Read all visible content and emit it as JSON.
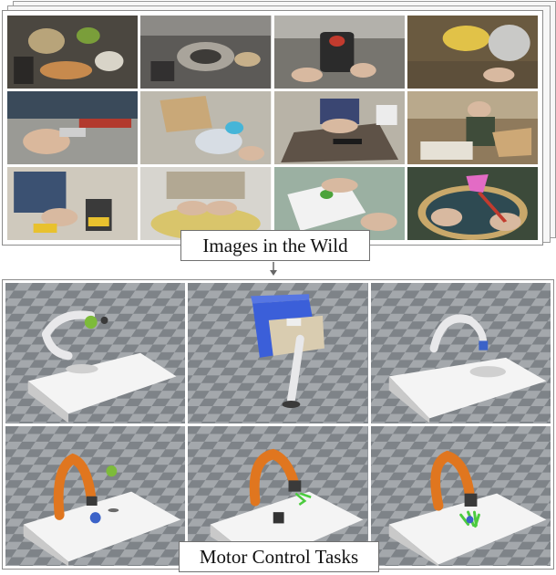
{
  "labels": {
    "wild": "Images in the Wild",
    "motor": "Motor Control Tasks"
  },
  "colors": {
    "robot_white": "#e8e8ea",
    "robot_orange": "#e0761f",
    "floor_dark": "#7e8388",
    "floor_light": "#a4a8ac",
    "table": "#f4f4f4",
    "drawer_blue": "#3b5fd9",
    "drawer_beige": "#d9ccb0"
  },
  "wild_photos": [
    {
      "name": "photo-kitchen-cooking",
      "icon": "cooking-pot-icon"
    },
    {
      "name": "photo-kitchen-sink-dishes",
      "icon": "dish-icon"
    },
    {
      "name": "photo-coffee-grinder",
      "icon": "grinder-icon"
    },
    {
      "name": "photo-kitchen-counter-food",
      "icon": "food-bowl-icon"
    },
    {
      "name": "photo-electronics-workbench",
      "icon": "tool-icon"
    },
    {
      "name": "photo-unpacking-boxes",
      "icon": "box-icon"
    },
    {
      "name": "photo-floor-measuring",
      "icon": "measure-icon"
    },
    {
      "name": "photo-woodworking-shop",
      "icon": "saw-icon"
    },
    {
      "name": "photo-power-drill",
      "icon": "drill-icon"
    },
    {
      "name": "photo-washing-basket",
      "icon": "basket-icon"
    },
    {
      "name": "photo-crafts-tabletop",
      "icon": "craft-icon"
    },
    {
      "name": "photo-cutting-paper-scissors",
      "icon": "scissors-icon"
    }
  ],
  "sim_scenes": [
    {
      "name": "sim-white-arm-ball",
      "robot": "white",
      "object": "green-ball"
    },
    {
      "name": "sim-white-arm-drawer",
      "robot": "white",
      "object": "drawer"
    },
    {
      "name": "sim-white-arm-push",
      "robot": "white",
      "object": "blue-cube"
    },
    {
      "name": "sim-orange-arm-ball",
      "robot": "orange",
      "object": "green-ball"
    },
    {
      "name": "sim-orange-arm-pick",
      "robot": "orange",
      "object": "dark-cube"
    },
    {
      "name": "sim-orange-arm-hand",
      "robot": "orange",
      "object": "green-hand"
    }
  ]
}
